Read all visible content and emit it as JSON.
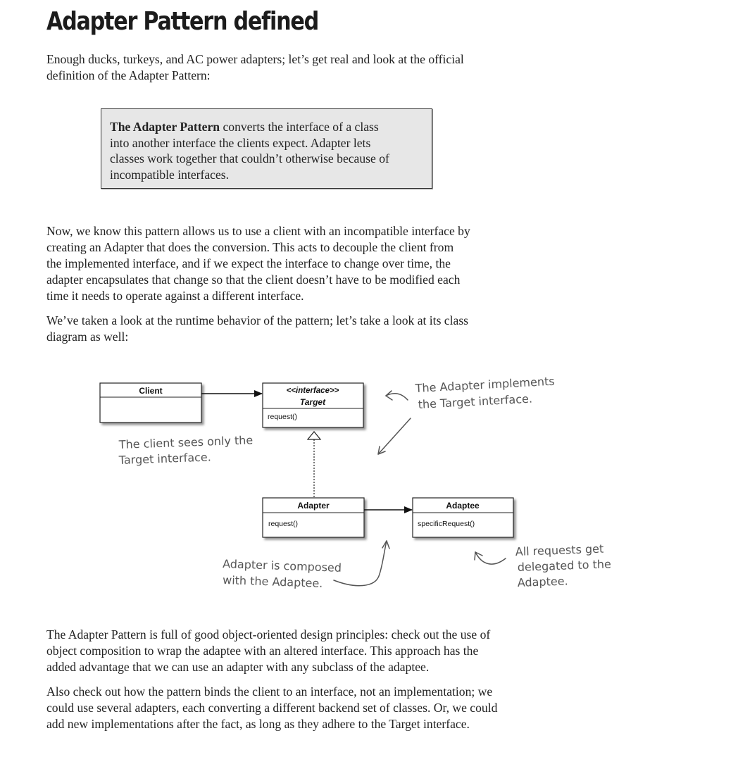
{
  "title": "Adapter Pattern defined",
  "intro": {
    "lines": [
      "Enough ducks, turkeys, and AC power adapters; let’s get real and look at the official",
      "definition of the Adapter Pattern:"
    ]
  },
  "definition": {
    "term": "The Adapter Pattern",
    "lines": [
      " converts the interface of a class",
      "into another interface the clients expect. Adapter lets",
      "classes work together that couldn’t otherwise because of",
      "incompatible interfaces."
    ]
  },
  "para2": {
    "lines": [
      "Now, we know this pattern allows us to use a client with an incompatible interface by",
      "creating an Adapter that does the conversion. This acts to decouple the client from",
      "the implemented interface, and if we expect the interface to change over time, the",
      "adapter encapsulates that change so that the client doesn’t have to be modified each",
      "time it needs to operate against a different interface."
    ]
  },
  "para3": {
    "lines": [
      "We’ve taken a look at the runtime behavior of the pattern; let’s take a look at its class",
      "diagram as well:"
    ]
  },
  "diagram": {
    "client": {
      "name": "Client"
    },
    "target": {
      "stereotype": "<<interface>>",
      "name": "Target",
      "method": "request()"
    },
    "adapter": {
      "name": "Adapter",
      "method": "request()"
    },
    "adaptee": {
      "name": "Adaptee",
      "method": "specificRequest()"
    },
    "notes": {
      "implements": [
        "The Adapter implements",
        "the Target interface."
      ],
      "client_sees": [
        "The client sees only the",
        "Target interface."
      ],
      "composed": [
        "Adapter is composed",
        "with the Adaptee."
      ],
      "delegated": [
        "All requests get",
        "delegated to the",
        "Adaptee."
      ]
    }
  },
  "para4": {
    "lines": [
      "The Adapter Pattern is full of good object-oriented design principles: check out the use of",
      "object composition to wrap the adaptee with an altered interface. This approach has the",
      "added advantage that we can use an adapter with any subclass of the adaptee."
    ]
  },
  "para5": {
    "lines": [
      "Also check out how the pattern binds the client to an interface, not an implementation; we",
      "could use several adapters, each converting a different backend set of classes. Or, we could",
      "add new implementations after the fact, as long as they adhere to the Target interface."
    ]
  }
}
